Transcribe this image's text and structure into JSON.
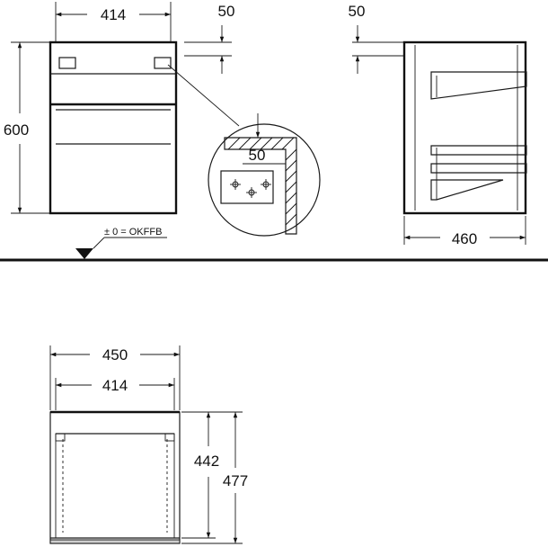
{
  "front_view": {
    "width_label": "414",
    "height_label": "600",
    "top_offset_label": "50",
    "level_label": "± 0 = OKFFB"
  },
  "detail": {
    "offset_label": "50"
  },
  "side_view": {
    "top_offset_label": "50",
    "depth_label": "460"
  },
  "plan_view": {
    "outer_width_label": "450",
    "inner_width_label": "414",
    "inner_depth_label": "442",
    "outer_depth_label": "477"
  }
}
